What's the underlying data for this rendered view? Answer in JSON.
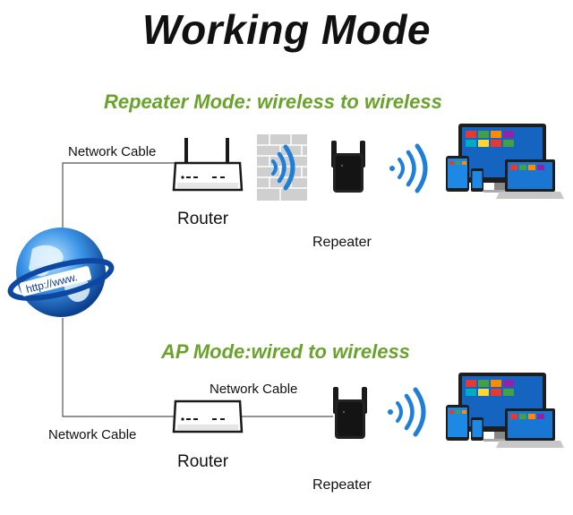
{
  "title": "Working Mode",
  "repeater_mode": {
    "heading": "Repeater Mode: wireless to wireless",
    "cable_label": "Network Cable",
    "router_label": "Router",
    "repeater_label": "Repeater"
  },
  "ap_mode": {
    "heading": "AP Mode:wired to wireless",
    "cable_label_left": "Network Cable",
    "cable_label_top": "Network Cable",
    "router_label": "Router",
    "repeater_label": "Repeater"
  },
  "globe": {
    "url_text": "http://www."
  },
  "colors": {
    "heading_green": "#6aa32c",
    "wifi_blue": "#1e7fd8",
    "globe_blue": "#1565c0",
    "device_dark": "#1a1a1a"
  }
}
